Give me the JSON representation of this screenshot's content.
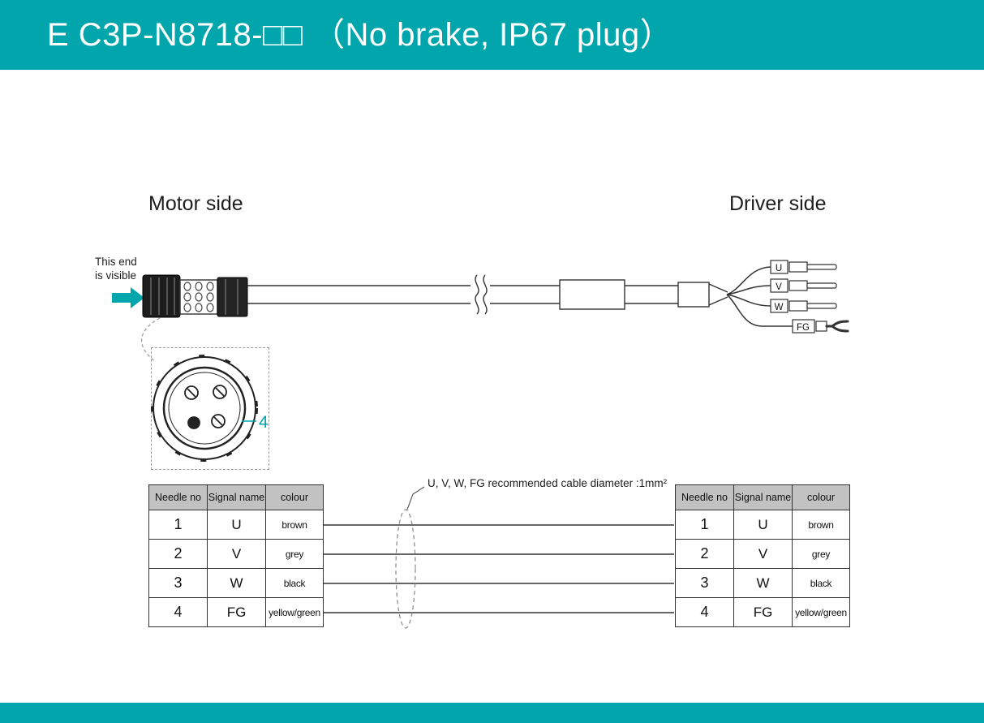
{
  "colors": {
    "accent_teal": "#00A6AC",
    "table_header_bg": "#C2C2C2",
    "line": "#333333"
  },
  "header": {
    "title": "E C3P-N8718-□□  （No brake, IP67 plug）"
  },
  "diagram": {
    "motor_side_label": "Motor side",
    "driver_side_label": "Driver side",
    "visible_end_line1": "This end",
    "visible_end_line2": "is visible",
    "pin_count_label": "4",
    "cable_note": "U, V, W, FG recommended cable diameter :1mm²",
    "terminals": [
      "U",
      "V",
      "W",
      "FG"
    ]
  },
  "pin_table": {
    "headers": [
      "Needle no",
      "Signal name",
      "colour"
    ],
    "rows": [
      [
        "1",
        "U",
        "brown"
      ],
      [
        "2",
        "V",
        "grey"
      ],
      [
        "3",
        "W",
        "black"
      ],
      [
        "4",
        "FG",
        "yellow/green"
      ]
    ]
  }
}
